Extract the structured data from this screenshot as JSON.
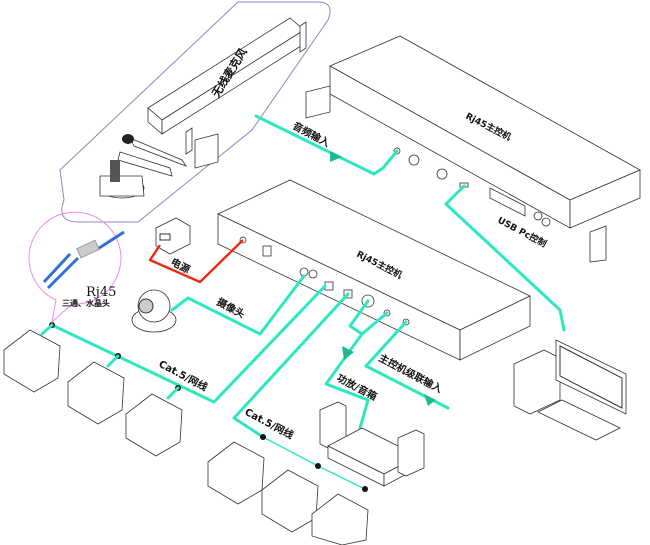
{
  "diagram": {
    "type": "system-wiring-diagram",
    "colors": {
      "signal_cable": "#2ee6c0",
      "power_cable": "#ee2a12",
      "wireless_group_outline": "#9b7fc4",
      "rj45_callout_outline": "#ee88ee",
      "rj45_connector": "#2f6fd6",
      "outline": "#333333",
      "arrow": "#1fb88f"
    },
    "devices": {
      "wireless_mic_receiver": "无线麦克风",
      "upper_host": "Rj45主控机",
      "lower_host": "Rj45主控机"
    },
    "labels": {
      "audio_input": "音频输入",
      "usb_pc_control": "USB Pc控制",
      "power": "电源",
      "camera": "摄像头",
      "cat5_a": "Cat.5/网线",
      "cat5_b": "Cat.5/网线",
      "amp_speaker": "功放/音箱",
      "cascade_input": "主控机级联输入",
      "rj45_title": "Rj45",
      "rj45_subtitle": "三通、水晶头"
    },
    "icons": [
      "wireless-receiver-icon",
      "handheld-mic-icon",
      "mic-charger-icon",
      "power-adapter-icon",
      "ptz-camera-icon",
      "rj45-tee-connector-icon",
      "conference-unit-icon",
      "amplifier-icon",
      "speaker-icon",
      "desktop-computer-icon",
      "keyboard-icon"
    ]
  }
}
